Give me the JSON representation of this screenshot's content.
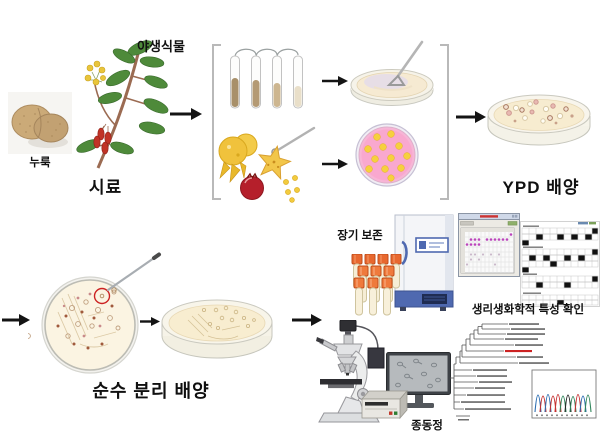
{
  "diagram": {
    "description": "Yeast isolation and identification workflow diagram",
    "stages": {
      "sample": {
        "label": "시료",
        "nuruk": "누룩",
        "wild_plant": "야생식물"
      },
      "ypd_culture": {
        "label": "YPD 배양"
      },
      "pure_isolation": {
        "label": "순수 분리 배양"
      },
      "long_term_storage": {
        "label": "장기 보존"
      },
      "physiological_traits": {
        "label": "생리생화학적 특성 확인"
      },
      "species_identification": {
        "label": "종동정"
      }
    },
    "icons": [
      "nuruk-photo",
      "wild-plant-illustration",
      "arrow-icon",
      "bracket",
      "serial-dilution-tubes-illustration",
      "fruit-samples-illustration",
      "inoculation-loop-icon",
      "spread-plate-illustration",
      "pink-colony-plate-illustration",
      "ypd-plate-illustration",
      "isolation-plate-illustration",
      "inoculation-needle-icon",
      "streak-plate-illustration",
      "deep-freezer-illustration",
      "cryovial-rack-illustration",
      "plate-reader-software-screenshot",
      "assay-results-table",
      "microscope-illustration",
      "monitor-illustration",
      "pc-tower-illustration",
      "phylogenetic-tree-illustration",
      "sequencing-chromatogram-inset"
    ],
    "colors": {
      "arrow": "#141414",
      "bracket": "#b9b9b9",
      "agar_cream": "#f7ecd0",
      "pink_plate": "#f9a8cf",
      "colony_yellow": "#f6d03e",
      "freezer_blue": "#4f69b0",
      "vial_cap_orange": "#e8682f",
      "highlight_red": "#cc2222",
      "well_magenta": "#bb44bb",
      "plant_green": "#4e8a3a",
      "berry_red": "#c13326"
    }
  }
}
